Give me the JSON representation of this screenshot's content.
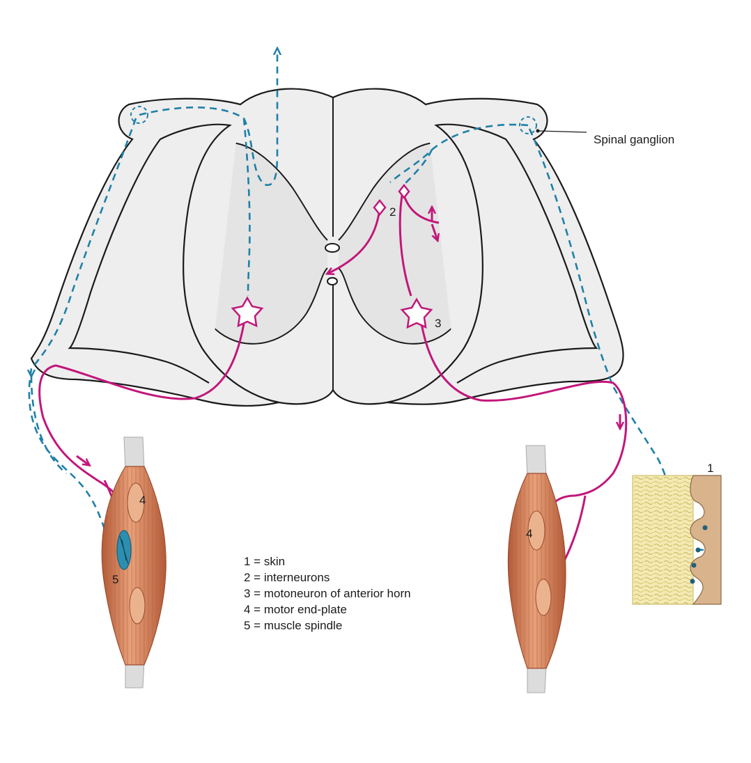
{
  "labels": {
    "ganglion": "Spinal ganglion",
    "n1": "1",
    "n2": "2",
    "n3": "3",
    "n4_left": "4",
    "n4_right": "4",
    "n5": "5"
  },
  "legend": [
    "1 = skin",
    "2 = interneurons",
    "3 = motoneuron of anterior horn",
    "4 = motor end-plate",
    "5 = muscle spindle"
  ],
  "colors": {
    "sensory": "#1f7fa8",
    "motor": "#c2167a",
    "outline": "#1a1a1a",
    "cord_fill": "#eeeeee",
    "muscle": "#d9895f",
    "muscle_dark": "#b35a38",
    "tendon": "#dcdcdc",
    "skin": "#d9b38c",
    "fat": "#efe39a"
  }
}
